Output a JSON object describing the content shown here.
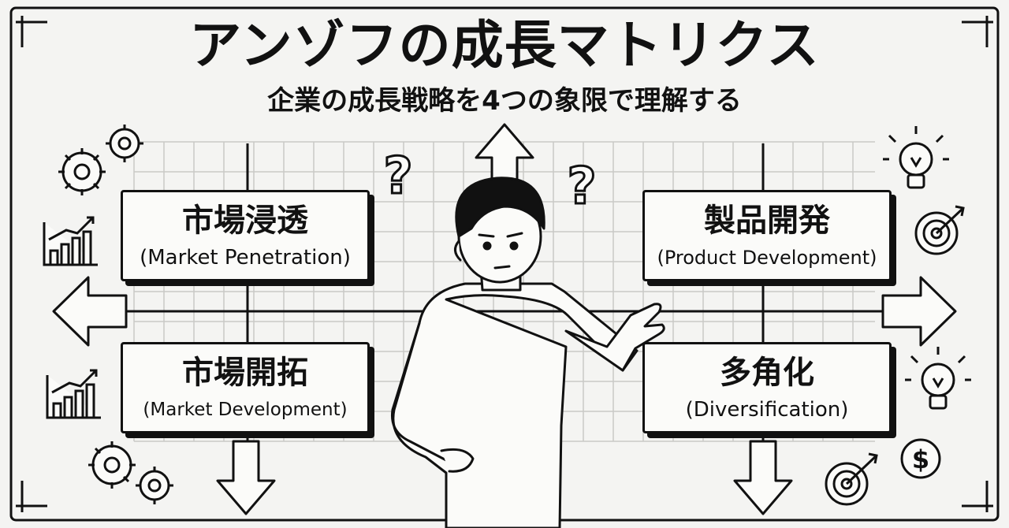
{
  "title": "アンゾフの成長マトリクス",
  "subtitle": "企業の成長戦略を4つの象限で理解する",
  "quadrants": {
    "top_left": {
      "jp": "市場浸透",
      "en": "(Market Penetration)"
    },
    "top_right": {
      "jp": "製品開発",
      "en": "(Product Development)"
    },
    "bottom_left": {
      "jp": "市場開拓",
      "en": "(Market Development)"
    },
    "bottom_right": {
      "jp": "多角化",
      "en": "(Diversification)"
    }
  },
  "marks": {
    "question": "?",
    "dollar": "$"
  },
  "icons": {
    "gear": "gear-icon",
    "bar_chart": "bar-chart-icon",
    "lightbulb": "lightbulb-icon",
    "target": "target-icon",
    "dollar": "dollar-icon",
    "person": "thinking-person-figure"
  },
  "colors": {
    "ink": "#111111",
    "paper": "#f4f4f2",
    "grid": "#c9c9c6"
  }
}
